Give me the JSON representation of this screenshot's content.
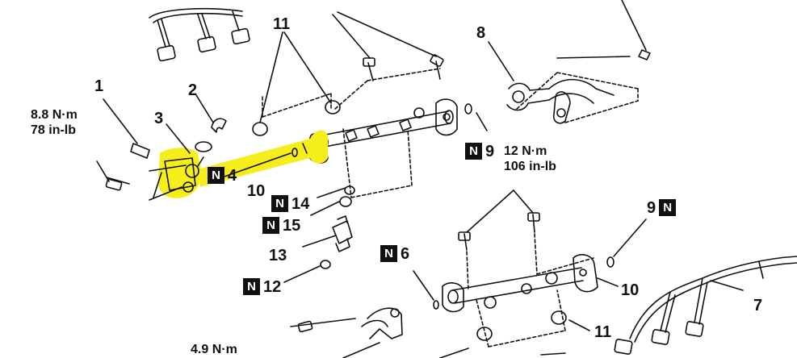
{
  "labels": {
    "c1": "1",
    "c2": "2",
    "c3": "3",
    "c6": "6",
    "c7": "7",
    "c8": "8",
    "c9a": "9",
    "c9b": "9",
    "c10a": "10",
    "c10b": "10",
    "c11a": "11",
    "c11b": "11",
    "c12": "12",
    "c13": "13",
    "c14": "14",
    "c15": "15",
    "c4": "4"
  },
  "torques": {
    "t1_nm": "8.8 N·m",
    "t1_lb": "78  in-lb",
    "t2_nm": "12  N·m",
    "t2_lb": "106  in-lb",
    "t3_nm": "4.9  N·m"
  },
  "badges": {
    "n": "N"
  },
  "colors": {
    "highlight": "#f5ee1a",
    "ink": "#111111"
  }
}
